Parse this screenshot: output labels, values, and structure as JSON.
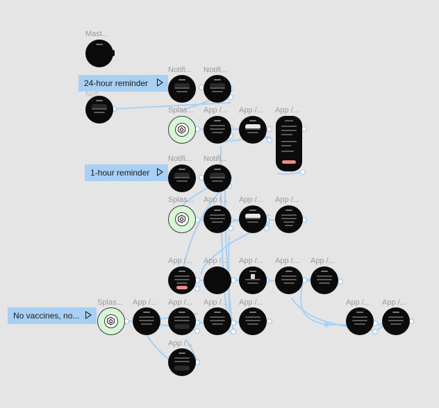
{
  "flows": [
    {
      "id": "f1",
      "label": "24-hour reminder"
    },
    {
      "id": "f2",
      "label": "1-hour reminder"
    },
    {
      "id": "f3",
      "label": "No vaccines, no..."
    }
  ],
  "frame_labels": {
    "master": "Mast...",
    "notif_1": "Notifi...",
    "notif_2": "Notifi...",
    "notif_3": "Notifi...",
    "notif_4": "Notifi...",
    "notif_5": "Notifi...",
    "splash_1": "Splas...",
    "splash_2": "Splas...",
    "splash_3": "Splas...",
    "app": "App /..."
  },
  "colors": {
    "canvas": "#e5e5e5",
    "connector": "#a8d0f4",
    "splash_fill": "#d7f5d7",
    "watch_fill": "#0b0b0b"
  },
  "icons": {
    "splash_logo": "shield-logo-icon",
    "flow_start": "play-icon"
  }
}
